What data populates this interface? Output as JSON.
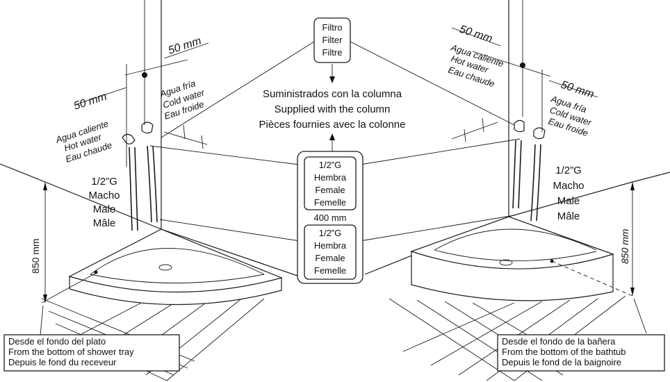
{
  "filter_box": {
    "line1": "Filtro",
    "line2": "Filter",
    "line3": "Filtre"
  },
  "supplied": {
    "line1": "Suministrados con la columna",
    "line2": "Supplied with the column",
    "line3": "Pièces fournies  avec la colonne"
  },
  "female_box_top": {
    "line1": "1/2”G",
    "line2": "Hembra",
    "line3": "Female",
    "line4": "Femelle"
  },
  "female_box_bottom": {
    "line1": "1/2”G",
    "line2": "Hembra",
    "line3": "Female",
    "line4": "Femelle"
  },
  "hose_length": "400 mm",
  "left": {
    "dim_top": "50 mm",
    "dim_side": "50 mm",
    "cold": {
      "line1": "Agua fría",
      "line2": "Cold water",
      "line3": "Eau froide"
    },
    "hot": {
      "line1": "Agua caliente",
      "line2": "Hot water",
      "line3": "Eau chaude"
    },
    "male": {
      "line1": "1/2”G",
      "line2": "Macho",
      "line3": "Male",
      "line4": "Mâle"
    },
    "height": "850 mm",
    "note": {
      "line1": "Desde el fondo del plato",
      "line2": "From the bottom of shower tray",
      "line3": "Depuis le fond du receveur"
    }
  },
  "right": {
    "dim_top": "50 mm",
    "dim_side": "50 mm",
    "hot": {
      "line1": "Agua caliente",
      "line2": "Hot water",
      "line3": "Eau chaude"
    },
    "cold": {
      "line1": "Agua fría",
      "line2": "Cold water",
      "line3": "Eau froide"
    },
    "male": {
      "line1": "1/2”G",
      "line2": "Macho",
      "line3": "Male",
      "line4": "Mâle"
    },
    "height": "850 mm",
    "note": {
      "line1": "Desde el fondo de la bañera",
      "line2": "From the bottom of the bathtub",
      "line3": "Depuis le fond de la baignoire"
    }
  }
}
